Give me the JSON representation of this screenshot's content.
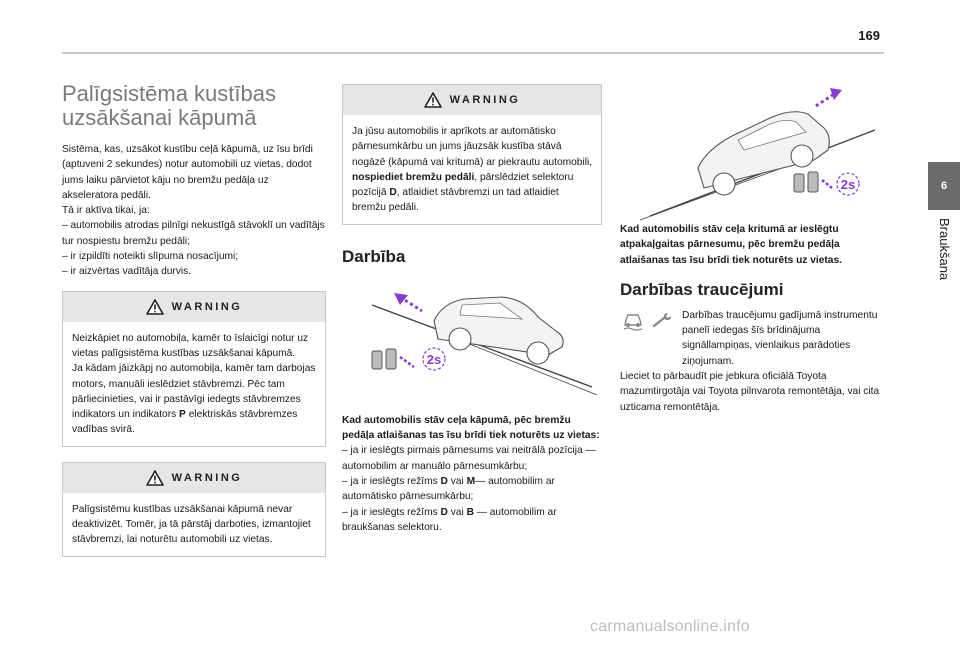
{
  "page": {
    "number": "169",
    "side_tab": "6",
    "side_label": "Braukšana",
    "footer": "carmanualsonline.info"
  },
  "col1": {
    "title": "Palīgsistēma kustības uzsākšanai kāpumā",
    "intro": "Sistēma, kas, uzsākot kustību ceļā kāpumā, uz īsu brīdi (aptuveni 2 sekundes) notur automobili uz vietas, dodot jums laiku pārvietot kāju no bremžu pedāļa uz akseleratora pedāli.",
    "condition_intro": "Tā ir aktīva tikai, ja:",
    "conditions": [
      "–  automobilis atrodas pilnīgi nekustīgā stāvoklī un vadītājs tur nospiestu bremžu pedāli;",
      "–  ir izpildīti noteikti slīpuma nosacījumi;",
      "–  ir aizvērtas vadītāja durvis."
    ],
    "warning1": {
      "label": "WARNING",
      "text_a": "Neizkāpiet no automobiļa, kamēr to īslaicīgi notur uz vietas palīgsistēma kustības uzsākšanai kāpumā.",
      "text_b": "Ja kādam jāizkāpj no automobiļa, kamēr tam darbojas motors, manuāli ieslēdziet stāvbremzi. Pēc tam pārliecinieties, vai ir pastāvīgi iedegts stāvbremzes indikators un indikators",
      "bold_p": "P",
      "text_c": "elektriskās stāvbremzes vadības svirā."
    },
    "warning2": {
      "label": "WARNING",
      "text": "Palīgsistēmu kustības uzsākšanai kāpumā nevar deaktivizēt. Tomēr, ja tā pārstāj darboties, izmantojiet stāvbremzi, lai noturētu automobili uz vietas."
    }
  },
  "col2": {
    "warning3": {
      "label": "WARNING",
      "text_a": "Ja jūsu automobilis ir aprīkots ar automātisko pārnesumkārbu un jums jāuzsāk kustība stāvā nogāzē (kāpumā vai kritumā) ar piekrautu automobili,",
      "bold": "nospiediet bremžu pedāli",
      "text_b": ", pārslēdziet selektoru pozīcijā",
      "bold_d": "D",
      "text_c": ", atlaidiet stāvbremzi un tad atlaidiet bremžu pedāli."
    },
    "section": "Darbība",
    "figure_badge": "2s",
    "caption": "Kad automobilis stāv ceļa kāpumā, pēc bremžu pedāļa atlaišanas tas īsu brīdi tiek noturēts uz vietas:",
    "items": [
      {
        "pre": "–  ja ir ieslēgts pirmais pārnesums vai neitrālā pozīcija — automobilim ar manuālo pārnesumkārbu;",
        "b1": "",
        "mid": "",
        "b2": "",
        "post": ""
      },
      {
        "pre": "–  ja ir ieslēgts režīms ",
        "b1": "D",
        "mid": " vai ",
        "b2": "M",
        "post": "— automobilim ar automātisko pārnesumkārbu;"
      },
      {
        "pre": "–  ja ir ieslēgts režīms ",
        "b1": "D",
        "mid": " vai  ",
        "b2": "B",
        "post": "  — automobilim ar braukšanas selektoru."
      }
    ]
  },
  "col3": {
    "figure_badge": "2s",
    "caption": "Kad automobilis stāv ceļa kritumā ar ieslēgtu atpakaļgaitas pārnesumu, pēc bremžu pedāļa atlaišanas tas īsu brīdi tiek noturēts uz vietas.",
    "section": "Darbības traucējumi",
    "fault_text_a": "Darbības traucējumu gadījumā instrumentu panelī iedegas šīs brīdinājuma signāllampiņas, vienlaikus parādoties ziņojumam.",
    "fault_text_b": "Lieciet to pārbaudīt pie jebkura oficiālā Toyota mazumtirgotāja vai Toyota pilnvarota remontētāja, vai cita uzticama remontētāja."
  }
}
